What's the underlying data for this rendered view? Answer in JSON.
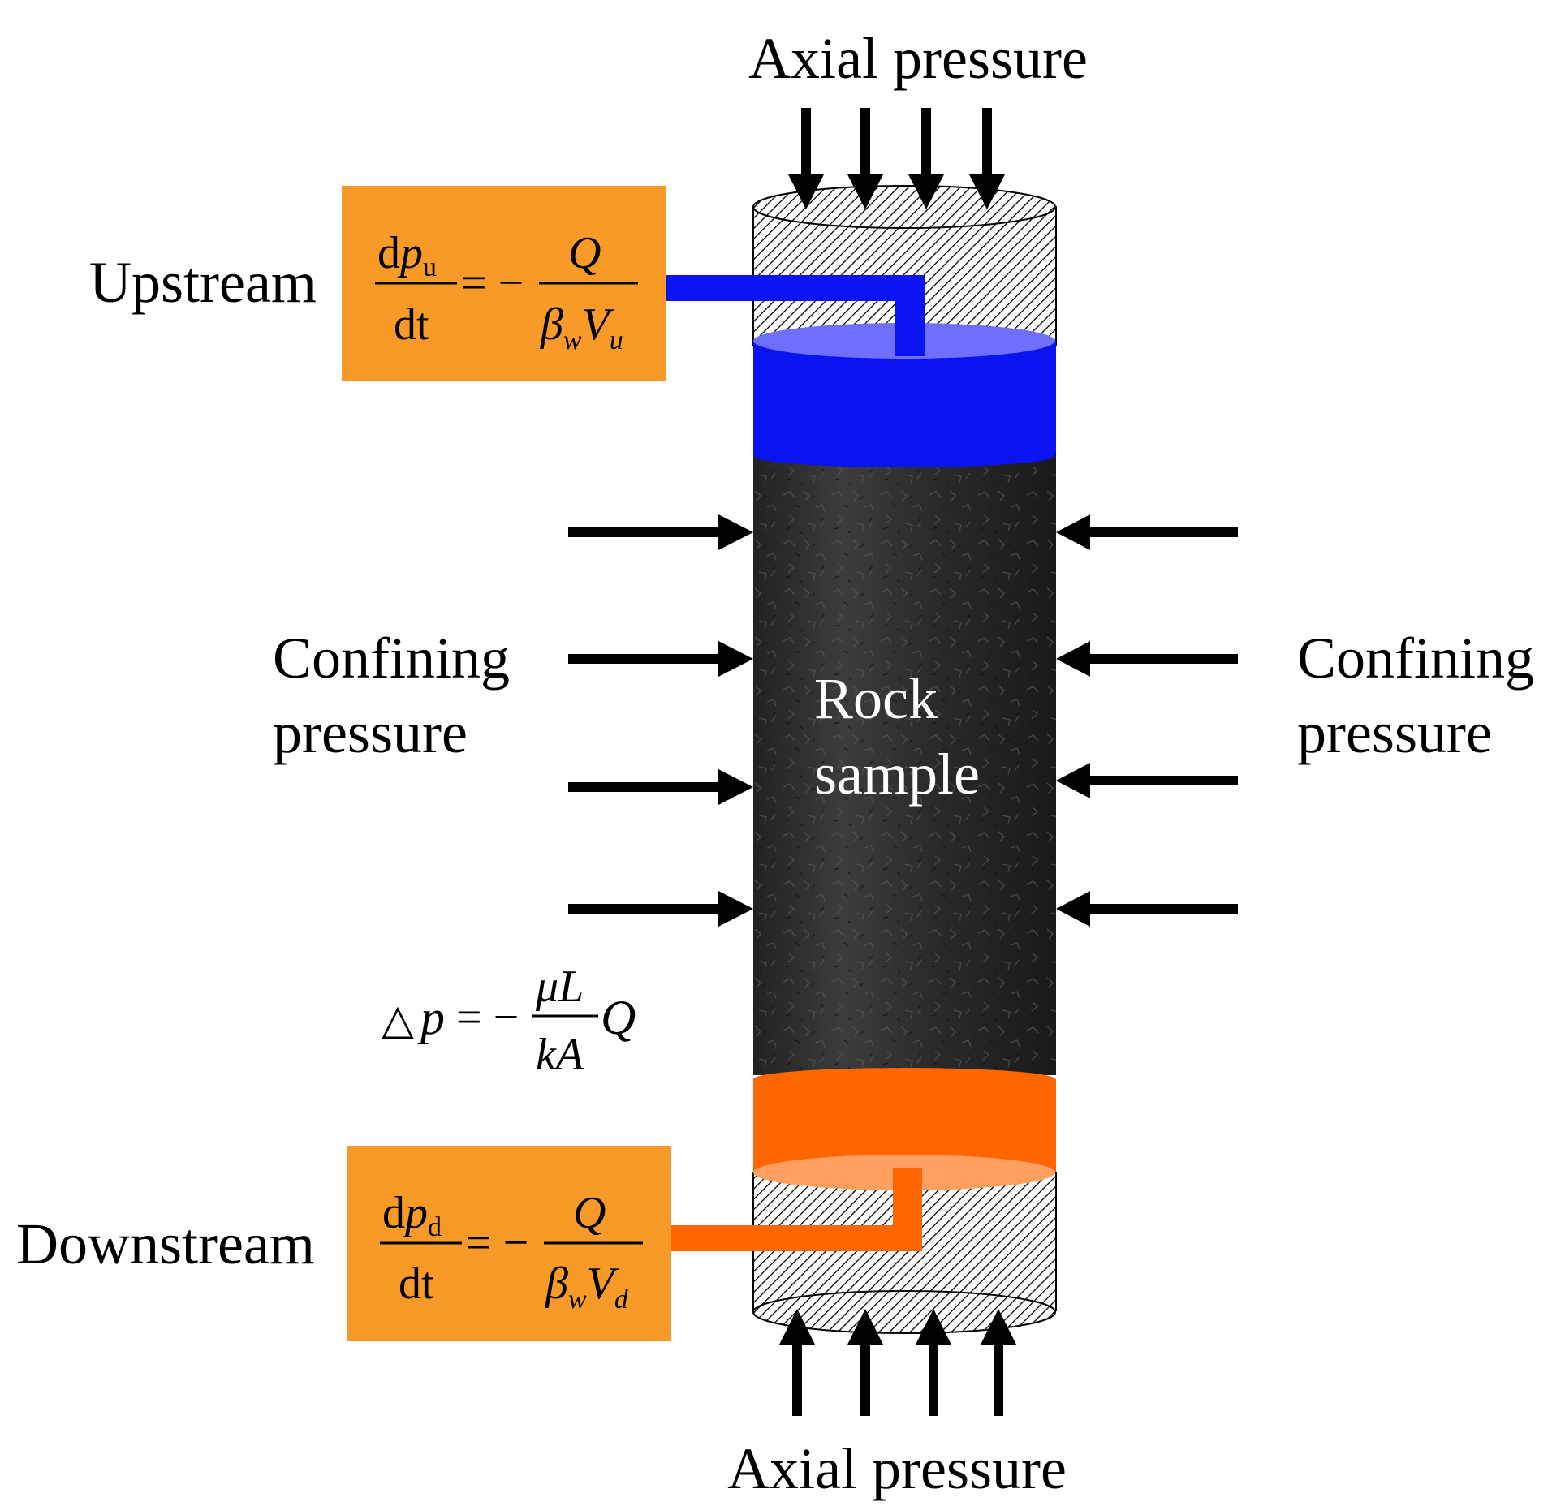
{
  "labels": {
    "axial_top": "Axial pressure",
    "axial_bottom": "Axial pressure",
    "upstream": "Upstream",
    "downstream": "Downstream",
    "confining_left_1": "Confining",
    "confining_left_2": "pressure",
    "confining_right_1": "Confining",
    "confining_right_2": "pressure",
    "rock_1": "Rock",
    "rock_2": "sample"
  },
  "equations": {
    "upstream": {
      "num_d": "d",
      "num_p": "p",
      "num_sub": "u",
      "den": "dt",
      "equals_minus": "= −",
      "rhs_num": "Q",
      "beta": "β",
      "beta_sub": "w",
      "V": "V",
      "V_sub": "u"
    },
    "downstream": {
      "num_d": "d",
      "num_p": "p",
      "num_sub": "d",
      "den": "dt",
      "equals_minus": "= −",
      "rhs_num": "Q",
      "beta": "β",
      "beta_sub": "w",
      "V": "V",
      "V_sub": "d"
    },
    "darcy": {
      "delta": "△",
      "p": "p",
      "equals_minus": "= −",
      "num": "μL",
      "den": "kA",
      "Q": "Q"
    }
  },
  "colors": {
    "equation_box": "#F89A28",
    "upstream_fluid": "#0A14F0",
    "upstream_fluid_top": "#6E6EFF",
    "downstream_fluid": "#FF6600",
    "downstream_fluid_top": "#FFA060",
    "rock": "#2C2C2C",
    "arrow": "#000000"
  }
}
